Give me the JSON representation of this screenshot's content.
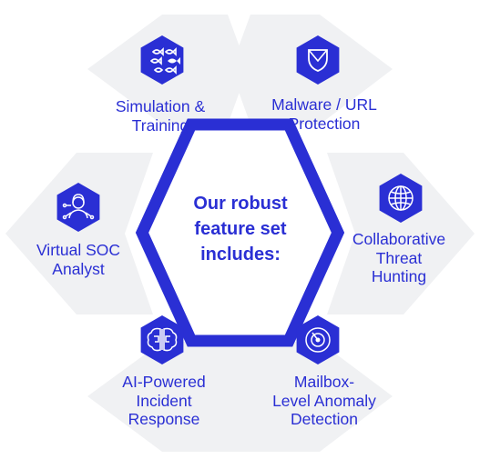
{
  "center": {
    "title": "Our robust\nfeature set\nincludes:"
  },
  "features": [
    {
      "label": "Simulation &\nTraining",
      "icon": "fish-school-icon"
    },
    {
      "label": "Malware / URL\nProtection",
      "icon": "shield-icon"
    },
    {
      "label": "Collaborative\nThreat\nHunting",
      "icon": "globe-icon"
    },
    {
      "label": "Mailbox-\nLevel Anomaly\nDetection",
      "icon": "radar-icon"
    },
    {
      "label": "AI-Powered\nIncident\nResponse",
      "icon": "brain-circuit-icon"
    },
    {
      "label": "Virtual SOC\nAnalyst",
      "icon": "analyst-icon"
    }
  ],
  "colors": {
    "accent": "#2a2fd4",
    "tile": "#f0f1f3",
    "background": "#ffffff"
  }
}
